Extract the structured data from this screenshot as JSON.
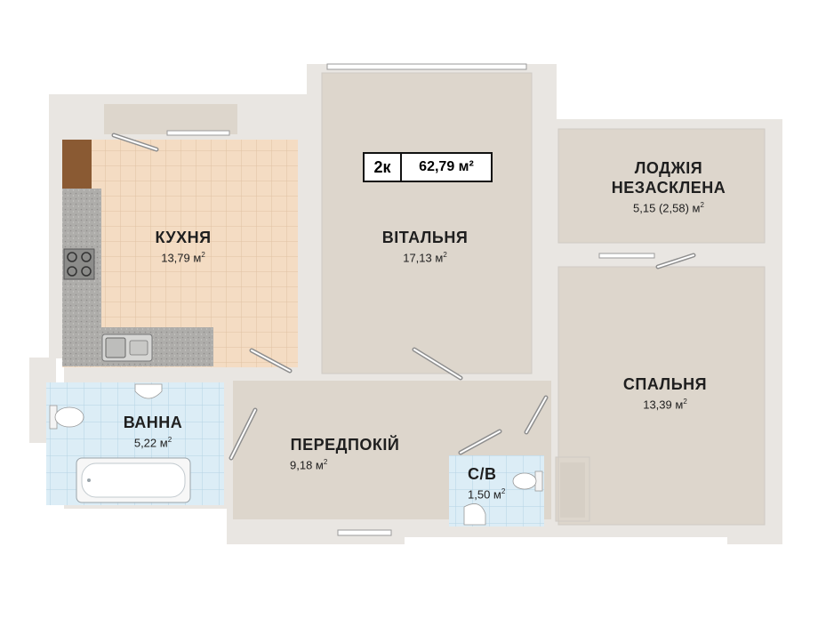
{
  "apartment": {
    "rooms_label": "2к",
    "total_area": "62,79 м²"
  },
  "rooms": {
    "kitchen": {
      "name": "КУХНЯ",
      "area": "13,79 м",
      "unit_sup": "2"
    },
    "living": {
      "name": "ВІТАЛЬНЯ",
      "area": "17,13 м",
      "unit_sup": "2"
    },
    "loggia": {
      "name_line1": "ЛОДЖІЯ",
      "name_line2": "НЕЗАСКЛЕНА",
      "area": "5,15 (2,58) м",
      "unit_sup": "2"
    },
    "bedroom": {
      "name": "СПАЛЬНЯ",
      "area": "13,39 м",
      "unit_sup": "2"
    },
    "bathroom": {
      "name": "ВАННА",
      "area": "5,22 м",
      "unit_sup": "2"
    },
    "hallway": {
      "name": "ПЕРЕДПОКІЙ",
      "area": "9,18 м",
      "unit_sup": "2"
    },
    "wc": {
      "name": "С/В",
      "area": "1,50 м",
      "unit_sup": "2"
    }
  },
  "colors": {
    "wall": "#e9e6e2",
    "wall_shadow": "#d4d0cb",
    "floor": "#dcd5cb",
    "kitchen_tile": "#f3d9bf",
    "kitchen_grout": "#e2c3a4",
    "bath_tile": "#d9ebf5",
    "bath_grout": "#b9d6e6",
    "counter": "#a9a9a7",
    "wood": "#8a5a33"
  }
}
